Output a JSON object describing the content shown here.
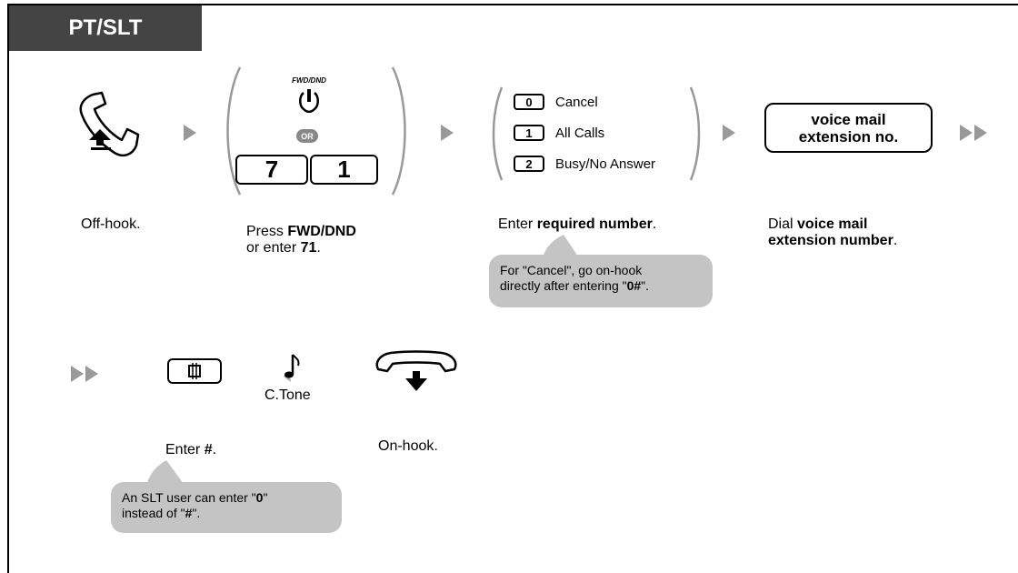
{
  "header": {
    "tab_label": "PT/SLT"
  },
  "steps": {
    "offhook": {
      "caption": "Off-hook."
    },
    "fwd": {
      "button_label": "FWD/DND",
      "or_label": "OR",
      "key1": "7",
      "key2": "1",
      "caption_pre": "Press ",
      "caption_bold1": "FWD/DND",
      "caption_mid": "or enter ",
      "caption_bold2": "71",
      "caption_end": "."
    },
    "options": {
      "items": [
        {
          "key": "0",
          "label": "Cancel"
        },
        {
          "key": "1",
          "label": "All Calls"
        },
        {
          "key": "2",
          "label": "Busy/No Answer"
        }
      ],
      "caption_pre": "Enter ",
      "caption_bold": "required number",
      "caption_end": ".",
      "note_a": "For \"Cancel\", go on-hook",
      "note_b": "directly after entering \"",
      "note_bold": "0#",
      "note_c": "\"."
    },
    "voicemail": {
      "box_line1": "voice mail",
      "box_line2": "extension no.",
      "caption_pre": "Dial ",
      "caption_bold1": "voice mail",
      "caption_bold2": "extension number",
      "caption_end": "."
    },
    "hash": {
      "key_label": "#",
      "caption_pre": "Enter ",
      "caption_bold": "#",
      "caption_end": ".",
      "note_a": "An SLT user can enter \"",
      "note_bold1": "0",
      "note_b": "\"",
      "note_c": "instead of \"",
      "note_bold2": "#",
      "note_d": "\"."
    },
    "tone": {
      "label": "C.Tone"
    },
    "onhook": {
      "caption": "On-hook."
    }
  }
}
